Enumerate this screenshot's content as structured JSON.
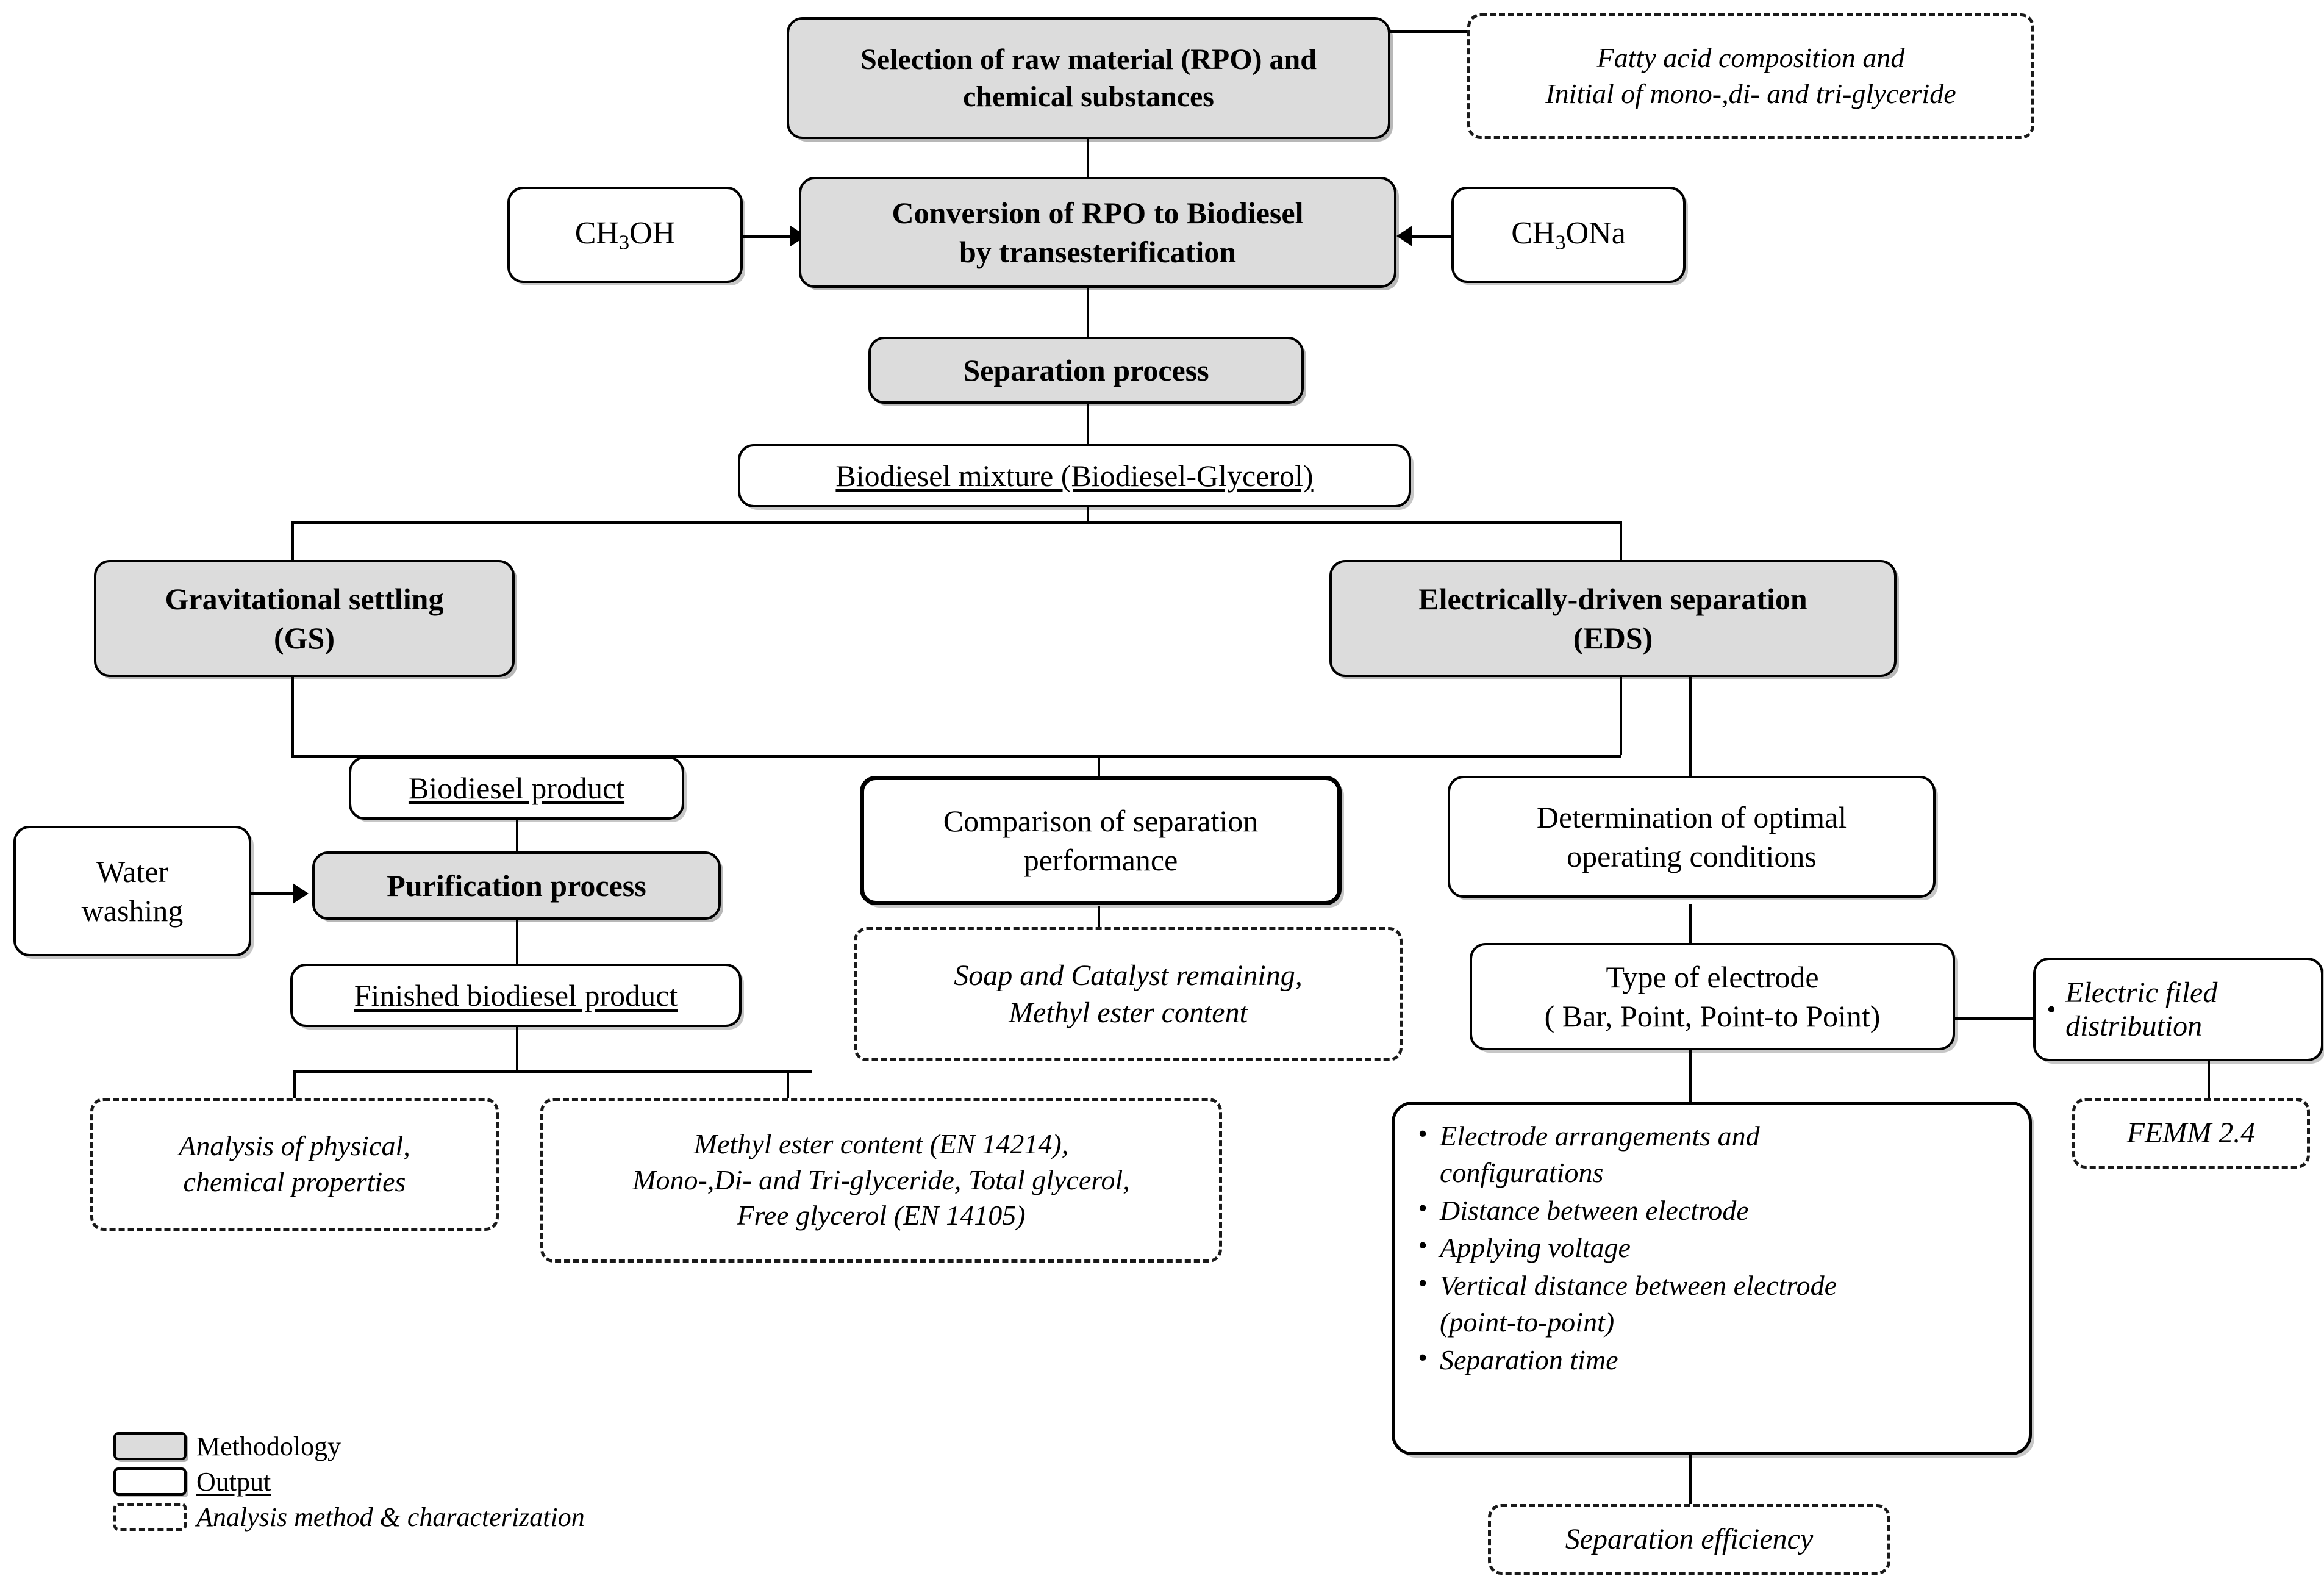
{
  "diagram": {
    "title": "Research methodology flowchart for biodiesel separation",
    "colors": {
      "methodology_fill": "#dcdcdc",
      "output_fill": "#ffffff",
      "line": "#000000",
      "dashed_border": "#1a1a1a"
    }
  },
  "nodes": {
    "raw_material": {
      "line1": "Selection of raw material  (RPO) and",
      "line2": "chemical substances"
    },
    "fatty_acid": {
      "line1": "Fatty acid composition and",
      "line2": "Initial of mono-,di- and tri-glyceride"
    },
    "methanol": {
      "formula_pre": "CH",
      "formula_sub": "3",
      "formula_post": "OH"
    },
    "sodium_methoxide": {
      "formula_pre": "CH",
      "formula_sub": "3",
      "formula_post": "ONa"
    },
    "conversion": {
      "line1": "Conversion of RPO to Biodiesel",
      "line2": "by transesterification"
    },
    "separation_process": {
      "label": "Separation process"
    },
    "biodiesel_mixture": {
      "label": "Biodiesel mixture (Biodiesel-Glycerol)"
    },
    "gravitational_settling": {
      "line1": "Gravitational settling",
      "line2": "(GS)"
    },
    "electrically_driven": {
      "line1": "Electrically-driven separation",
      "line2": "(EDS)"
    },
    "biodiesel_product": {
      "label": "Biodiesel product"
    },
    "water_washing": {
      "line1": "Water",
      "line2": "washing"
    },
    "purification": {
      "label": "Purification process"
    },
    "finished_product": {
      "label": "Finished biodiesel product"
    },
    "comparison": {
      "line1": "Comparison of separation",
      "line2": "performance"
    },
    "soap_catalyst": {
      "line1": "Soap and Catalyst remaining,",
      "line2": "Methyl ester content"
    },
    "analysis_physical": {
      "line1": "Analysis of physical,",
      "line2": "chemical properties"
    },
    "methyl_ester_en": {
      "line1": "Methyl ester content (EN 14214),",
      "line2": "Mono-,Di- and Tri-glyceride, Total glycerol,",
      "line3": "Free glycerol (EN 14105)"
    },
    "optimal_conditions": {
      "line1": "Determination of optimal",
      "line2": "operating conditions"
    },
    "type_of_electrode": {
      "line1": "Type of electrode",
      "line2": "( Bar, Point, Point-to Point)"
    },
    "electric_field": {
      "line1": "Electric filed",
      "line2": "distribution"
    },
    "femm": {
      "label": "FEMM 2.4"
    },
    "eds_parameters": {
      "items": [
        "Electrode arrangements and configurations",
        "Distance between electrode",
        "Applying voltage",
        "Vertical distance between electrode (point-to-point)",
        "Separation time"
      ],
      "item1_line1": "Electrode arrangements and",
      "item1_line2": "configurations",
      "item2": "Distance between electrode",
      "item3": "Applying voltage",
      "item4_line1": "Vertical distance between electrode",
      "item4_line2": "(point-to-point)",
      "item5": "Separation time"
    },
    "separation_efficiency": {
      "label": "Separation efficiency"
    }
  },
  "legend": {
    "items": [
      {
        "label": "Methodology",
        "style": "methodology"
      },
      {
        "label": "Output",
        "style": "output"
      },
      {
        "label": "Analysis method & characterization",
        "style": "dashed"
      }
    ]
  }
}
